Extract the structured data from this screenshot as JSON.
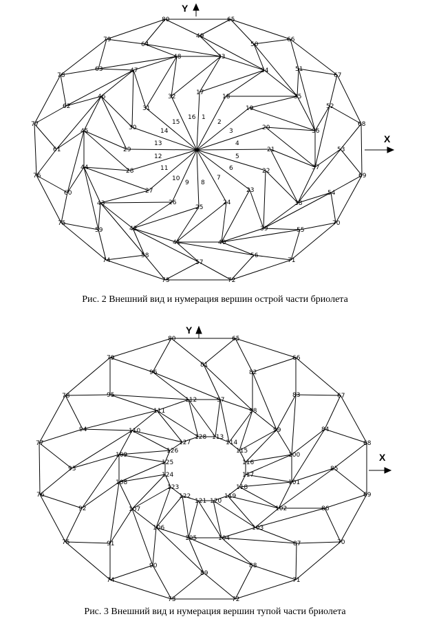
{
  "figures": [
    {
      "caption": "Рис.   2    Внешний вид и нумерация вершин острой части бриолета",
      "x_label": "X",
      "y_label": "Y",
      "vertices": [
        {
          "id": "80",
          "label": "80"
        },
        {
          "id": "65",
          "label": "65"
        },
        {
          "id": "79",
          "label": "79"
        },
        {
          "id": "49",
          "label": "49"
        },
        {
          "id": "66",
          "label": "66"
        },
        {
          "id": "64",
          "label": "64"
        },
        {
          "id": "50",
          "label": "50"
        },
        {
          "id": "48",
          "label": "48"
        },
        {
          "id": "33",
          "label": "33"
        },
        {
          "id": "78",
          "label": "78"
        },
        {
          "id": "63",
          "label": "63"
        },
        {
          "id": "47",
          "label": "47"
        },
        {
          "id": "34",
          "label": "34"
        },
        {
          "id": "51",
          "label": "51"
        },
        {
          "id": "67",
          "label": "67"
        },
        {
          "id": "46",
          "label": "46"
        },
        {
          "id": "32",
          "label": "32"
        },
        {
          "id": "17",
          "label": "17"
        },
        {
          "id": "18",
          "label": "18"
        },
        {
          "id": "35",
          "label": "35"
        },
        {
          "id": "62",
          "label": "62"
        },
        {
          "id": "52",
          "label": "52"
        },
        {
          "id": "31",
          "label": "31"
        },
        {
          "id": "16",
          "label": "16"
        },
        {
          "id": "1",
          "label": "1"
        },
        {
          "id": "19",
          "label": "19"
        },
        {
          "id": "15",
          "label": "15"
        },
        {
          "id": "2",
          "label": "2"
        },
        {
          "id": "77",
          "label": "77"
        },
        {
          "id": "68",
          "label": "68"
        },
        {
          "id": "30",
          "label": "30"
        },
        {
          "id": "20",
          "label": "20"
        },
        {
          "id": "45",
          "label": "45"
        },
        {
          "id": "14",
          "label": "14"
        },
        {
          "id": "3",
          "label": "3"
        },
        {
          "id": "36",
          "label": "36"
        },
        {
          "id": "13",
          "label": "13"
        },
        {
          "id": "4",
          "label": "4"
        },
        {
          "id": "61",
          "label": "61"
        },
        {
          "id": "29",
          "label": "29"
        },
        {
          "id": "21",
          "label": "21"
        },
        {
          "id": "53",
          "label": "53"
        },
        {
          "id": "12",
          "label": "12"
        },
        {
          "id": "5",
          "label": "5"
        },
        {
          "id": "44",
          "label": "44"
        },
        {
          "id": "28",
          "label": "28"
        },
        {
          "id": "11",
          "label": "11"
        },
        {
          "id": "6",
          "label": "6"
        },
        {
          "id": "22",
          "label": "22"
        },
        {
          "id": "37",
          "label": "37"
        },
        {
          "id": "76",
          "label": "76"
        },
        {
          "id": "69",
          "label": "69"
        },
        {
          "id": "10",
          "label": "10"
        },
        {
          "id": "7",
          "label": "7"
        },
        {
          "id": "9",
          "label": "9"
        },
        {
          "id": "8",
          "label": "8"
        },
        {
          "id": "60",
          "label": "60"
        },
        {
          "id": "27",
          "label": "27"
        },
        {
          "id": "23",
          "label": "23"
        },
        {
          "id": "54",
          "label": "54"
        },
        {
          "id": "43",
          "label": "43"
        },
        {
          "id": "26",
          "label": "26"
        },
        {
          "id": "24",
          "label": "24"
        },
        {
          "id": "38",
          "label": "38"
        },
        {
          "id": "25",
          "label": "25"
        },
        {
          "id": "75",
          "label": "75"
        },
        {
          "id": "70",
          "label": "70"
        },
        {
          "id": "59",
          "label": "59"
        },
        {
          "id": "42",
          "label": "42"
        },
        {
          "id": "39",
          "label": "39"
        },
        {
          "id": "55",
          "label": "55"
        },
        {
          "id": "41",
          "label": "41"
        },
        {
          "id": "40",
          "label": "40"
        },
        {
          "id": "58",
          "label": "58"
        },
        {
          "id": "56",
          "label": "56"
        },
        {
          "id": "74",
          "label": "74"
        },
        {
          "id": "71",
          "label": "71"
        },
        {
          "id": "57",
          "label": "57"
        },
        {
          "id": "73",
          "label": "73"
        },
        {
          "id": "72",
          "label": "72"
        }
      ]
    },
    {
      "caption": "Рис.   3    Внешний вид и нумерация вершин тупой части бриолета",
      "x_label": "X",
      "y_label": "Y",
      "vertices": [
        {
          "id": "80",
          "label": "80"
        },
        {
          "id": "65",
          "label": "65"
        },
        {
          "id": "79",
          "label": "79"
        },
        {
          "id": "81",
          "label": "81"
        },
        {
          "id": "66",
          "label": "66"
        },
        {
          "id": "96",
          "label": "96"
        },
        {
          "id": "82",
          "label": "82"
        },
        {
          "id": "78",
          "label": "78"
        },
        {
          "id": "95",
          "label": "95"
        },
        {
          "id": "112",
          "label": "112"
        },
        {
          "id": "97",
          "label": "97"
        },
        {
          "id": "83",
          "label": "83"
        },
        {
          "id": "67",
          "label": "67"
        },
        {
          "id": "111",
          "label": "111"
        },
        {
          "id": "98",
          "label": "98"
        },
        {
          "id": "94",
          "label": "94"
        },
        {
          "id": "110",
          "label": "110"
        },
        {
          "id": "99",
          "label": "99"
        },
        {
          "id": "84",
          "label": "84"
        },
        {
          "id": "127",
          "label": "127"
        },
        {
          "id": "128",
          "label": "128"
        },
        {
          "id": "113",
          "label": "113"
        },
        {
          "id": "114",
          "label": "114"
        },
        {
          "id": "77",
          "label": "77"
        },
        {
          "id": "68",
          "label": "68"
        },
        {
          "id": "126",
          "label": "126"
        },
        {
          "id": "115",
          "label": "115"
        },
        {
          "id": "109",
          "label": "109"
        },
        {
          "id": "100",
          "label": "100"
        },
        {
          "id": "125",
          "label": "125"
        },
        {
          "id": "116",
          "label": "116"
        },
        {
          "id": "93",
          "label": "93"
        },
        {
          "id": "85",
          "label": "85"
        },
        {
          "id": "124",
          "label": "124"
        },
        {
          "id": "117",
          "label": "117"
        },
        {
          "id": "108",
          "label": "108"
        },
        {
          "id": "101",
          "label": "101"
        },
        {
          "id": "123",
          "label": "123"
        },
        {
          "id": "118",
          "label": "118"
        },
        {
          "id": "76",
          "label": "76"
        },
        {
          "id": "69",
          "label": "69"
        },
        {
          "id": "122",
          "label": "122"
        },
        {
          "id": "121",
          "label": "121"
        },
        {
          "id": "120",
          "label": "120"
        },
        {
          "id": "119",
          "label": "119"
        },
        {
          "id": "92",
          "label": "92"
        },
        {
          "id": "107",
          "label": "107"
        },
        {
          "id": "102",
          "label": "102"
        },
        {
          "id": "86",
          "label": "86"
        },
        {
          "id": "106",
          "label": "106"
        },
        {
          "id": "103",
          "label": "103"
        },
        {
          "id": "105",
          "label": "105"
        },
        {
          "id": "104",
          "label": "104"
        },
        {
          "id": "75",
          "label": "75"
        },
        {
          "id": "91",
          "label": "91"
        },
        {
          "id": "87",
          "label": "87"
        },
        {
          "id": "70",
          "label": "70"
        },
        {
          "id": "90",
          "label": "90"
        },
        {
          "id": "88",
          "label": "88"
        },
        {
          "id": "89",
          "label": "89"
        },
        {
          "id": "74",
          "label": "74"
        },
        {
          "id": "71",
          "label": "71"
        },
        {
          "id": "73",
          "label": "73"
        },
        {
          "id": "72",
          "label": "72"
        }
      ]
    }
  ]
}
